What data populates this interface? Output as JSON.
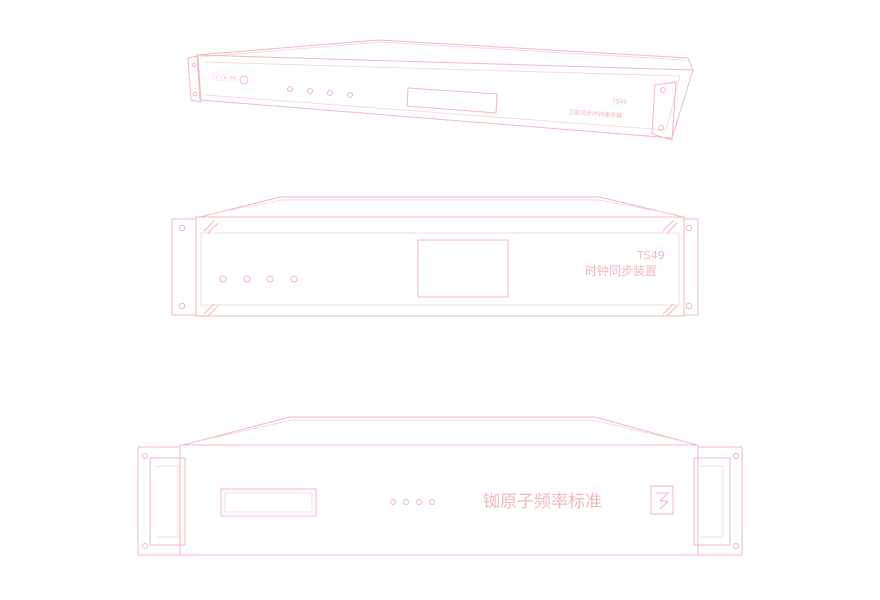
{
  "colors": {
    "line": "#f2b9bd",
    "line_soft": "#f7d3d6",
    "background": "#ffffff"
  },
  "devices": [
    {
      "id": "top",
      "front_text": [
        "TS49",
        "卫星同步时钟服务器"
      ],
      "logo": "ⓢⓐⓜ",
      "buttons": 4
    },
    {
      "id": "middle",
      "front_text": [
        "TS49",
        "时钟同步装置"
      ],
      "buttons": 4
    },
    {
      "id": "bottom",
      "front_text": [
        "铷原子频率标准"
      ],
      "buttons": 4
    }
  ]
}
